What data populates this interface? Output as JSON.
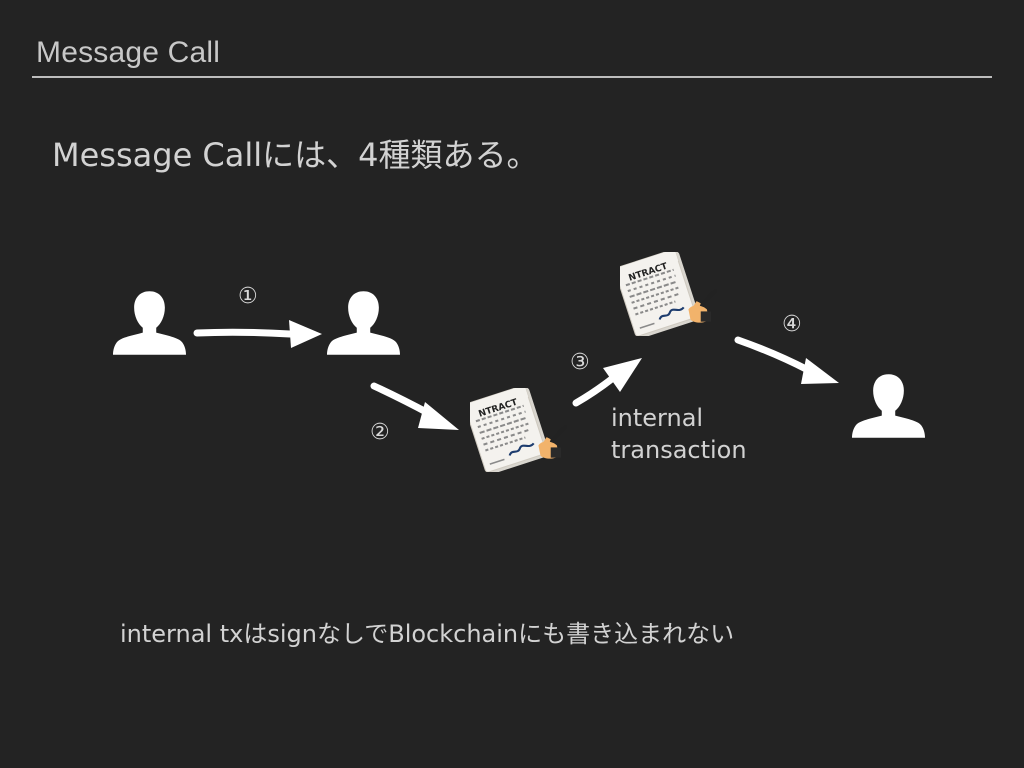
{
  "slide": {
    "title": "Message Call",
    "subtitle": "Message Callには、4種類ある。",
    "note": "internal txはsignなしでBlockchainにも書き込まれない"
  },
  "diagram": {
    "steps": [
      "①",
      "②",
      "③",
      "④"
    ],
    "internal_label": [
      "internal",
      "transaction"
    ],
    "contract_heading": "NTRACT",
    "icons": [
      "user-icon",
      "user-icon",
      "contract-icon",
      "contract-icon",
      "user-icon"
    ]
  },
  "colors": {
    "background": "#232323",
    "text": "#d2d2d2",
    "icon": "#ffffff",
    "paper": "#f4f2ee",
    "hand": "#f2b36b"
  }
}
